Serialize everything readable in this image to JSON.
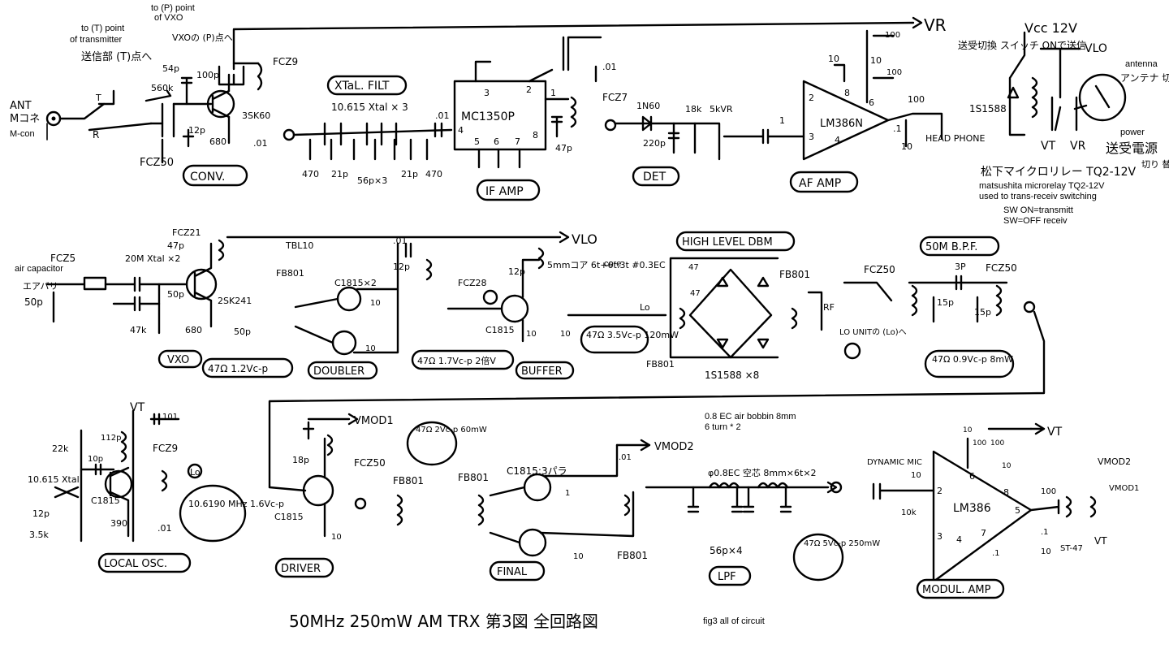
{
  "title": "50MHz 250mW AM TRX 第3図 全回路図",
  "title_en": "fig3 all of circuit",
  "notes": {
    "to_t_point": "to (T) point",
    "of_transmitter": "of transmitter",
    "to_p_point": "to (P) point",
    "of_vxo": "of VXO",
    "air_capacitor": "air capacitor",
    "core": "core",
    "antenna": "antenna",
    "antenna_switch": "アンテナ 切り 替え",
    "power": "power",
    "power_switch": "切り 替え",
    "relay_jp": "松下マイクロリレー TQ2-12V",
    "relay_en_1": "matsushita microrelay TQ2-12V",
    "relay_en_2": "used to trans-receiv switching",
    "sw_on": "SW ON=transmitt",
    "sw_off": "SW=OFF receiv",
    "coil_note_1": "0.8 EC air bobbin 8mm",
    "coil_note_2": "6 turn * 2",
    "mcon": "M-con"
  },
  "blocks": {
    "conv": "CONV.",
    "xtal_filt": "XTaL. FILT",
    "if_amp": "IF AMP",
    "det": "DET",
    "af_amp": "AF AMP",
    "vxo": "VXO",
    "doubler": "DOUBLER",
    "buffer": "BUFFER",
    "high_level_dbm": "HIGH LEVEL DBM",
    "bpf": "50M B.P.F.",
    "local_osc": "LOCAL OSC.",
    "driver": "DRIVER",
    "final": "FINAL",
    "lpf": "LPF",
    "modul_amp": "MODUL. AMP"
  },
  "rails": {
    "vr": "VR",
    "vlo": "VLO",
    "vt": "VT",
    "vmod1": "VMOD1",
    "vmod2": "VMOD2",
    "vcc": "Vcc 12V"
  },
  "parts": {
    "ant": "ANT",
    "mcon_jp": "Mコネ",
    "sw_t": "T",
    "sw_r": "R",
    "jp_tx": "送信部 (T)点へ",
    "vxo_p": "VXOの (P)点へ",
    "c54p": "54p",
    "c100p": "100p",
    "r560k": "560k",
    "c12p": "12p",
    "r680": "680",
    "c01a": ".01",
    "fcz50a": "FCZ50",
    "fcz9a": "FCZ9",
    "fet1": "3SK60",
    "xtal_filt_spec": "10.615 Xtal × 3",
    "r470a": "470",
    "c21pa": "21p",
    "c56px3": "56p×3",
    "c21pb": "21p",
    "r470b": "470",
    "c01b": ".01",
    "ic1": "MC1350P",
    "pin1": "1",
    "pin2": "2",
    "pin3": "3",
    "pin4": "4",
    "pin5": "5",
    "pin6": "6",
    "pin7": "7",
    "pin8": "8",
    "c01c": ".01",
    "c47p": "47p",
    "fcz7": "FCZ7",
    "diode1": "1N60",
    "r18k": "18k",
    "vr5k": "5kVR",
    "c220p": "220p",
    "c1": "1",
    "ic2": "LM386N",
    "r10a": "10",
    "c10a": "10",
    "c100a": "100",
    "c100b": "100",
    "r10b": "10",
    "c100c": "100",
    "c1b": ".1",
    "c10b": "10",
    "headphone": "HEAD PHONE",
    "jp_sw": "送受切換 スイッチ ONで送信",
    "diode_1s1588": "1S1588",
    "jp_power": "送受電源",
    "jp_ant": "アンテナ",
    "fcz5": "FCZ5",
    "air_var": "エアバリ",
    "c50p": "50p",
    "xtal2": "20M Xtal ×2",
    "c50pb": "50p",
    "c47pa": "47p",
    "fcz21": "FCZ21",
    "fet2": "2SK241",
    "r47k": "47k",
    "r680b": "680",
    "c50pc": "50p",
    "tbl10": "TBL10",
    "fb801a": "FB801",
    "tr_doubler": "C1815×2",
    "r10c": "10",
    "r10d": "10",
    "c01d": ".01",
    "c12pb": "12p",
    "fcz28": "FCZ28",
    "tr_buffer": "C1815",
    "c12pc": "12p",
    "r10e": "10",
    "r10f": "10",
    "core_jp": "5mmコア 6t+6t:3t #0.3EC",
    "lo": "Lo",
    "r47": "47",
    "r47b": "47",
    "fb801b": "FB801",
    "fb801c": "FB801",
    "rf": "RF",
    "lo_unit": "LO UNITの (Lo)へ",
    "diodes_x8": "1S1588 ×8",
    "fcz50b": "FCZ50",
    "c3p": "3P",
    "c15pa": "15p",
    "c15pb": "15p",
    "fcz50c": "FCZ50",
    "meas_vxo": "47Ω 1.2Vc-p",
    "meas_buffer": "47Ω 1.7Vc-p 2倍V",
    "meas_lo": "47Ω 3.5Vc-p 120mW",
    "meas_bpf": "47Ω 0.9Vc-p 8mW",
    "r22k": "22k",
    "c112p": "112p",
    "c101": "101",
    "fcz9b": "FCZ9",
    "c10pa": "10p",
    "xtal_lo": "10.615 Xtal",
    "c12pd": "12p",
    "r35k": "3.5k",
    "tr_lo": "C1815",
    "r390": "390",
    "c01e": ".01",
    "lo_freq": "10.6190 MHz 1.6Vc-p",
    "lo_circle": "Lo",
    "c18p": "18p",
    "fcz50d": "FCZ50",
    "tr_driver": "C1815",
    "r10g": "10",
    "meas_driver": "47Ω 2Vc-p 60mW",
    "fb801d": "FB801",
    "fb801e": "FB801",
    "tr_final": "C1815:3パラ",
    "r1": "1",
    "r10h": "10",
    "fb801f": "FB801",
    "c01f": ".01",
    "lpf_coil": "φ0.8EC 空芯 8mm×6t×2",
    "c56px4": "56p×4",
    "meas_lpf": "47Ω 5Vc-p 250mW",
    "t_point": "T",
    "dyn_mic": "DYNAMIC MIC",
    "c10c": "10",
    "r10k": "10k",
    "ic3": "LM386",
    "pin2b": "2",
    "pin3b": "3",
    "pin4b": "4",
    "pin5b": "5",
    "pin6b": "6",
    "pin7b": "7",
    "pin8b": "8",
    "c100d": "100",
    "c100e": "100",
    "r10i": "10",
    "c10d": "10",
    "c100f": "100",
    "c1c": ".1",
    "r10j": "10",
    "transformer": "ST-47",
    "c01g": ".1"
  }
}
